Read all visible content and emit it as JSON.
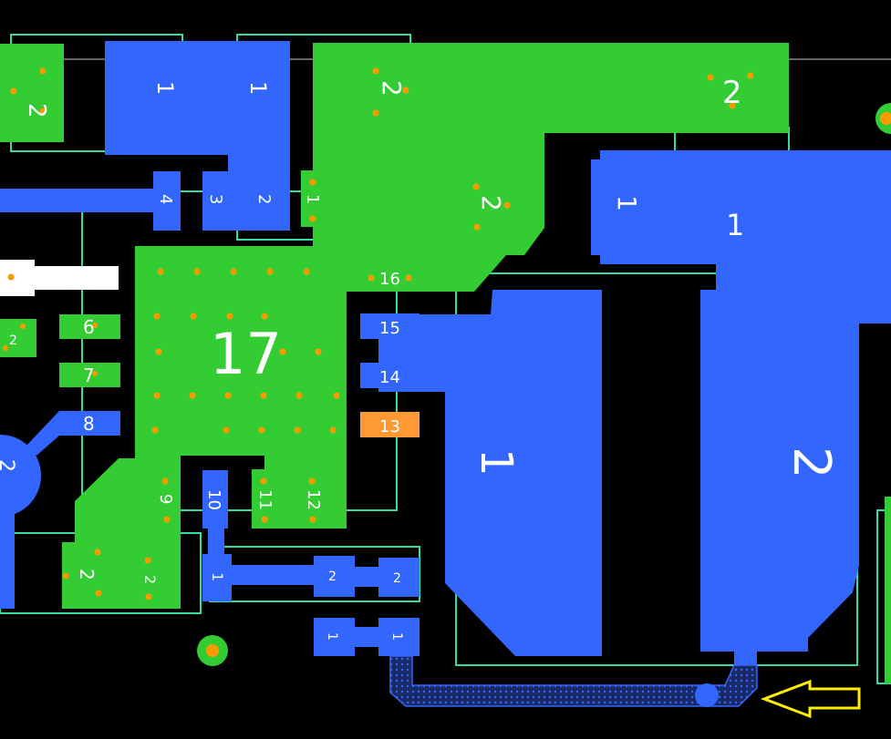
{
  "colors": {
    "background": "#000000",
    "copper_blue": "#3366ff",
    "copper_green": "#33cc33",
    "outline_cyan": "#33ddaa",
    "via_orange": "#ff9900",
    "highlight_pad": "#ff9933",
    "arrow_yellow": "#ffee00",
    "label_white": "#ffffff"
  },
  "labels": {
    "pad_17": "17",
    "pad_16": "16",
    "pad_15": "15",
    "pad_14": "14",
    "pad_13": "13",
    "pad_12": "12",
    "pad_11": "11",
    "pad_10": "10",
    "pad_9": "9",
    "pad_8": "8",
    "pad_7": "7",
    "pad_6": "6",
    "pad_4": "4",
    "pad_3": "3",
    "pad_2": "2",
    "pad_1": "1"
  },
  "icons": {
    "arrow": "arrow-left-outline-icon"
  }
}
